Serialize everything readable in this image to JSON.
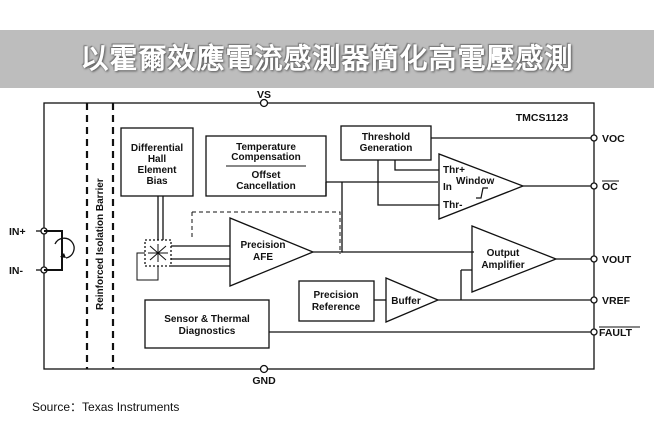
{
  "banner": {
    "title": "以霍爾效應電流感測器簡化高電壓感測"
  },
  "diagram": {
    "chip_name": "TMCS1123",
    "isolation_label": "Reinforced Isolation Barrier",
    "pins": {
      "vs": "VS",
      "gnd": "GND",
      "in_plus": "IN+",
      "in_minus": "IN-",
      "voc": "VOC",
      "oc": "OC",
      "vout": "VOUT",
      "vref": "VREF",
      "fault": "FAULT"
    },
    "blocks": {
      "hall": [
        "Differential",
        "Hall",
        "Element",
        "Bias"
      ],
      "temp_comp": [
        "Temperature",
        "Compensation"
      ],
      "offset": [
        "Offset",
        "Cancellation"
      ],
      "threshold": [
        "Threshold",
        "Generation"
      ],
      "window": "Window",
      "thr_plus": "Thr+",
      "window_in": "In",
      "thr_minus": "Thr-",
      "afe": [
        "Precision",
        "AFE"
      ],
      "output_amp": [
        "Output",
        "Amplifier"
      ],
      "precision_ref": [
        "Precision",
        "Reference"
      ],
      "buffer": "Buffer",
      "sensor_diag": [
        "Sensor & Thermal",
        "Diagnostics"
      ]
    }
  },
  "source": "Source：Texas Instruments"
}
